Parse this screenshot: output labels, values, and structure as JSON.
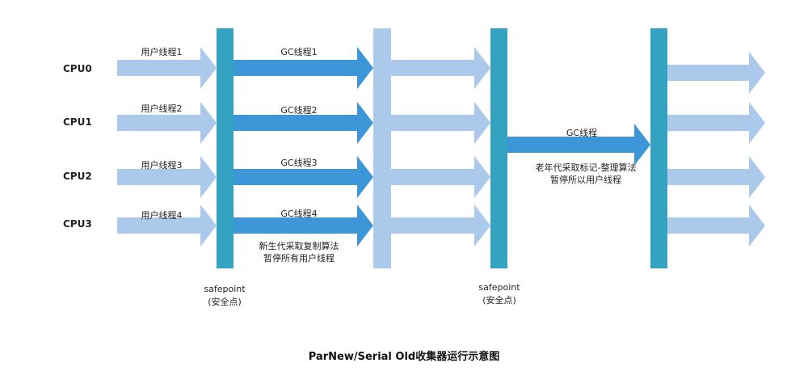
{
  "title": "ParNew/Serial Old收集器运行示意图",
  "cpus": [
    "CPU0",
    "CPU1",
    "CPU2",
    "CPU3"
  ],
  "user_threads": [
    "用户线程1",
    "用户线程2",
    "用户线程3",
    "用户线程4"
  ],
  "gc_threads": [
    "GC线程1",
    "GC线程2",
    "GC线程3",
    "GC线程4"
  ],
  "young_gc_note": [
    "新生代采取复制算法",
    "暂停所有用户线程"
  ],
  "old_gc": {
    "label": "GC线程",
    "note": [
      "老年代采取标记-整理算法",
      "暂停所以用户线程"
    ]
  },
  "safepoints": [
    {
      "name": "safepoint",
      "sub": "(安全点)"
    },
    {
      "name": "safepoint",
      "sub": "(安全点)"
    }
  ],
  "colors": {
    "user_arrow": "#abc9ea",
    "gc_arrow": "#3c96d8",
    "bar_dark": "#34a2c0",
    "bar_light": "#abc9ea"
  }
}
